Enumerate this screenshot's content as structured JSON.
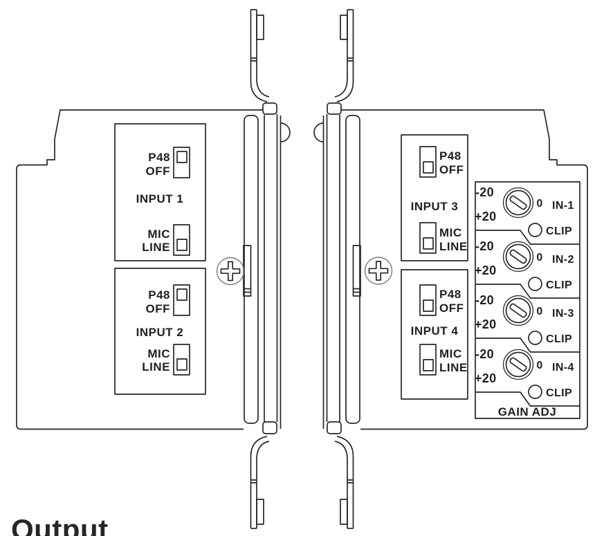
{
  "caption": "Output",
  "colors": {
    "line": "#262626",
    "background": "#ffffff"
  },
  "left": {
    "sections": [
      {
        "p48": "P48",
        "off": "OFF",
        "title": "INPUT 1",
        "mic": "MIC",
        "line": "LINE",
        "p48_state": "P48",
        "mic_line_state": "LINE"
      },
      {
        "p48": "P48",
        "off": "OFF",
        "title": "INPUT 2",
        "mic": "MIC",
        "line": "LINE",
        "p48_state": "P48",
        "mic_line_state": "LINE"
      }
    ]
  },
  "right": {
    "sections": [
      {
        "p48": "P48",
        "off": "OFF",
        "title": "INPUT 3",
        "mic": "MIC",
        "line": "LINE",
        "p48_state": "OFF",
        "mic_line_state": "LINE"
      },
      {
        "p48": "P48",
        "off": "OFF",
        "title": "INPUT 4",
        "mic": "MIC",
        "line": "LINE",
        "p48_state": "OFF",
        "mic_line_state": "LINE"
      }
    ],
    "gain": {
      "title": "GAIN ADJ",
      "channels": [
        {
          "min": "-20",
          "max": "+20",
          "zero": "0",
          "label": "IN-1",
          "clip": "CLIP"
        },
        {
          "min": "-20",
          "max": "+20",
          "zero": "0",
          "label": "IN-2",
          "clip": "CLIP"
        },
        {
          "min": "-20",
          "max": "+20",
          "zero": "0",
          "label": "IN-3",
          "clip": "CLIP"
        },
        {
          "min": "-20",
          "max": "+20",
          "zero": "0",
          "label": "IN-4",
          "clip": "CLIP"
        }
      ]
    }
  }
}
